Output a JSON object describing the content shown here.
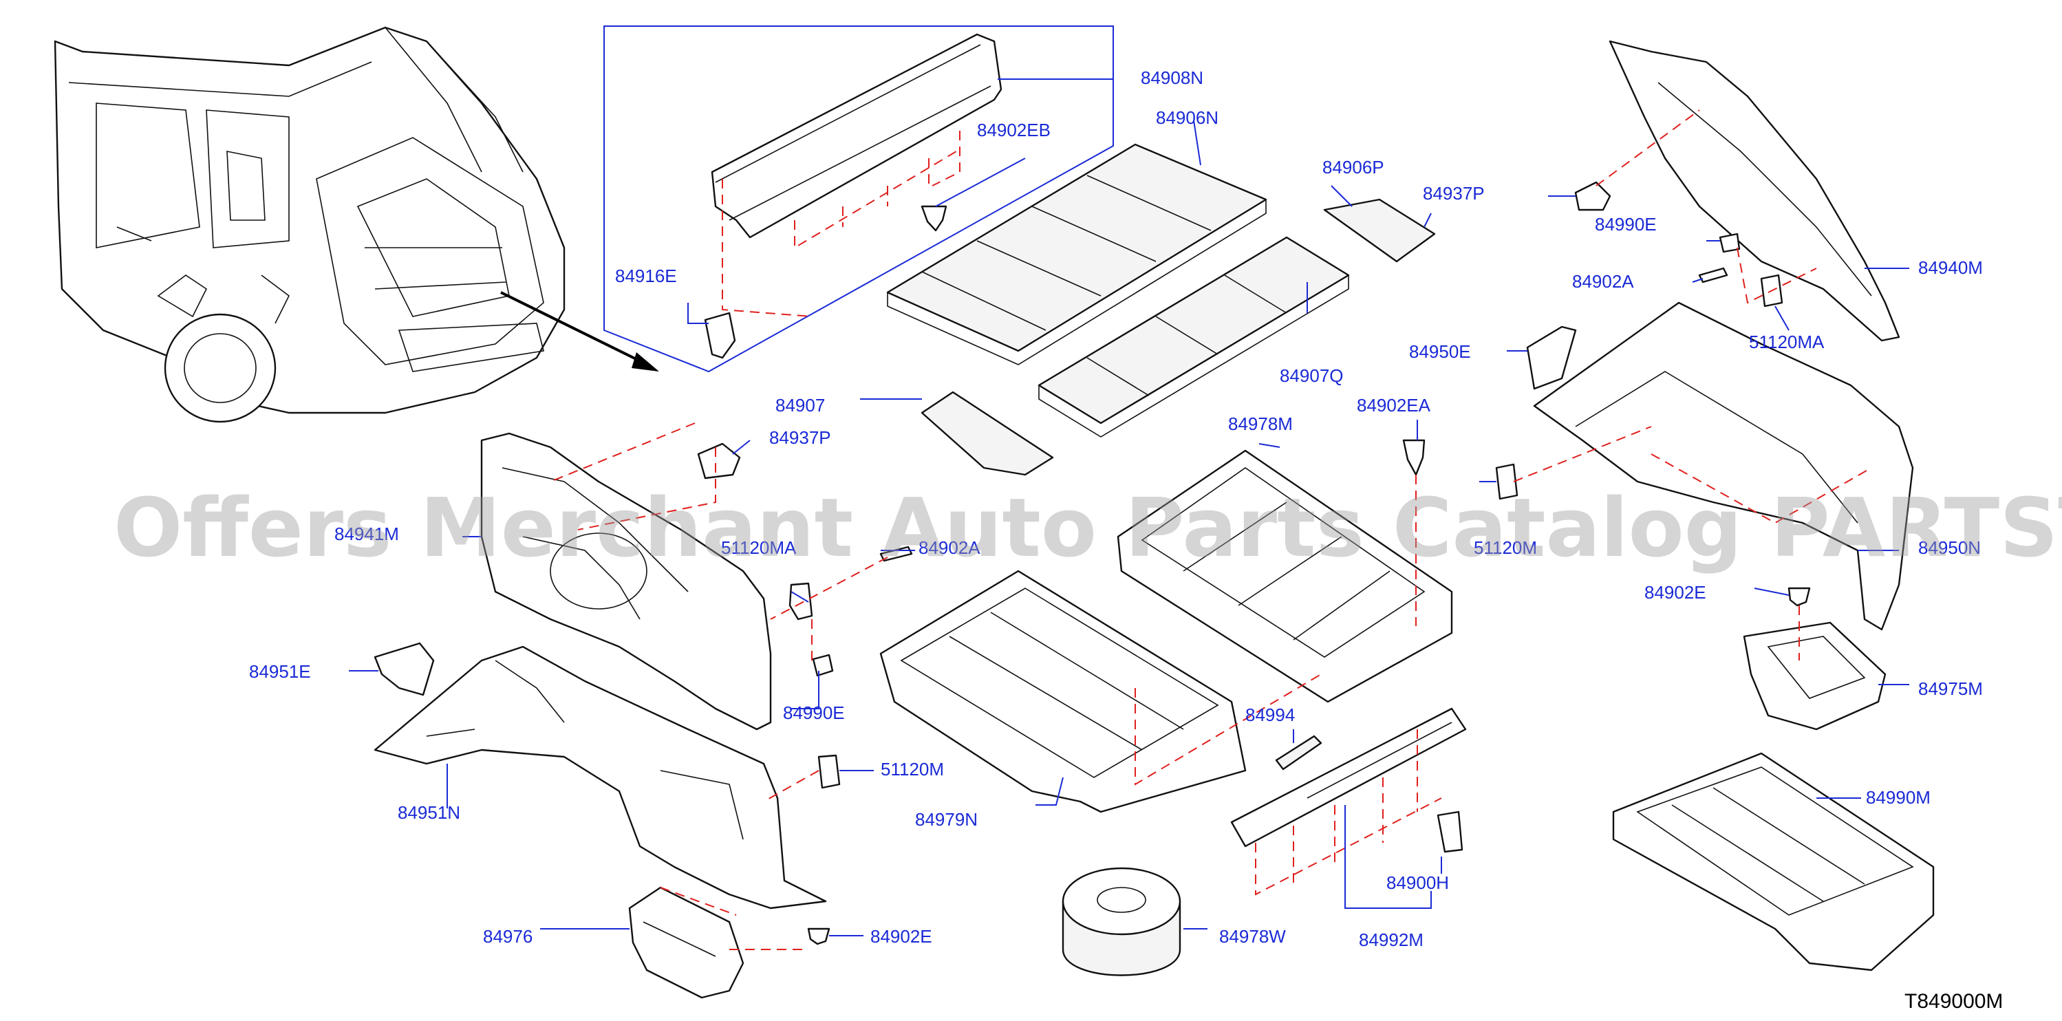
{
  "diagram": {
    "diagram_code": "T849000M",
    "watermark": "Offers Merchant Auto Parts Catalog PARTSTORE.SA",
    "callouts": [
      {
        "id": "84908N",
        "text": "84908N"
      },
      {
        "id": "84902EB",
        "text": "84902EB"
      },
      {
        "id": "84906N",
        "text": "84906N"
      },
      {
        "id": "84906P",
        "text": "84906P"
      },
      {
        "id": "84937P-top",
        "text": "84937P"
      },
      {
        "id": "84916E",
        "text": "84916E"
      },
      {
        "id": "84907Q",
        "text": "84907Q"
      },
      {
        "id": "84907",
        "text": "84907"
      },
      {
        "id": "84937P-mid",
        "text": "84937P"
      },
      {
        "id": "84941M",
        "text": "84941M"
      },
      {
        "id": "51120MA-left",
        "text": "51120MA"
      },
      {
        "id": "84902A-left",
        "text": "84902A"
      },
      {
        "id": "84978M",
        "text": "84978M"
      },
      {
        "id": "84902EA",
        "text": "84902EA"
      },
      {
        "id": "51120M-mid",
        "text": "51120M"
      },
      {
        "id": "84990E-right",
        "text": "84990E"
      },
      {
        "id": "84902A-right",
        "text": "84902A"
      },
      {
        "id": "84940M",
        "text": "84940M"
      },
      {
        "id": "51120MA-right",
        "text": "51120MA"
      },
      {
        "id": "84950E",
        "text": "84950E"
      },
      {
        "id": "84950N",
        "text": "84950N"
      },
      {
        "id": "84902E-right",
        "text": "84902E"
      },
      {
        "id": "84975M",
        "text": "84975M"
      },
      {
        "id": "84990M",
        "text": "84990M"
      },
      {
        "id": "84951E",
        "text": "84951E"
      },
      {
        "id": "84990E-left",
        "text": "84990E"
      },
      {
        "id": "51120M-left",
        "text": "51120M"
      },
      {
        "id": "84951N",
        "text": "84951N"
      },
      {
        "id": "84994",
        "text": "84994"
      },
      {
        "id": "84979N",
        "text": "84979N"
      },
      {
        "id": "84900H",
        "text": "84900H"
      },
      {
        "id": "84992M",
        "text": "84992M"
      },
      {
        "id": "84976",
        "text": "84976"
      },
      {
        "id": "84902E-left",
        "text": "84902E"
      },
      {
        "id": "84978W",
        "text": "84978W"
      }
    ]
  }
}
